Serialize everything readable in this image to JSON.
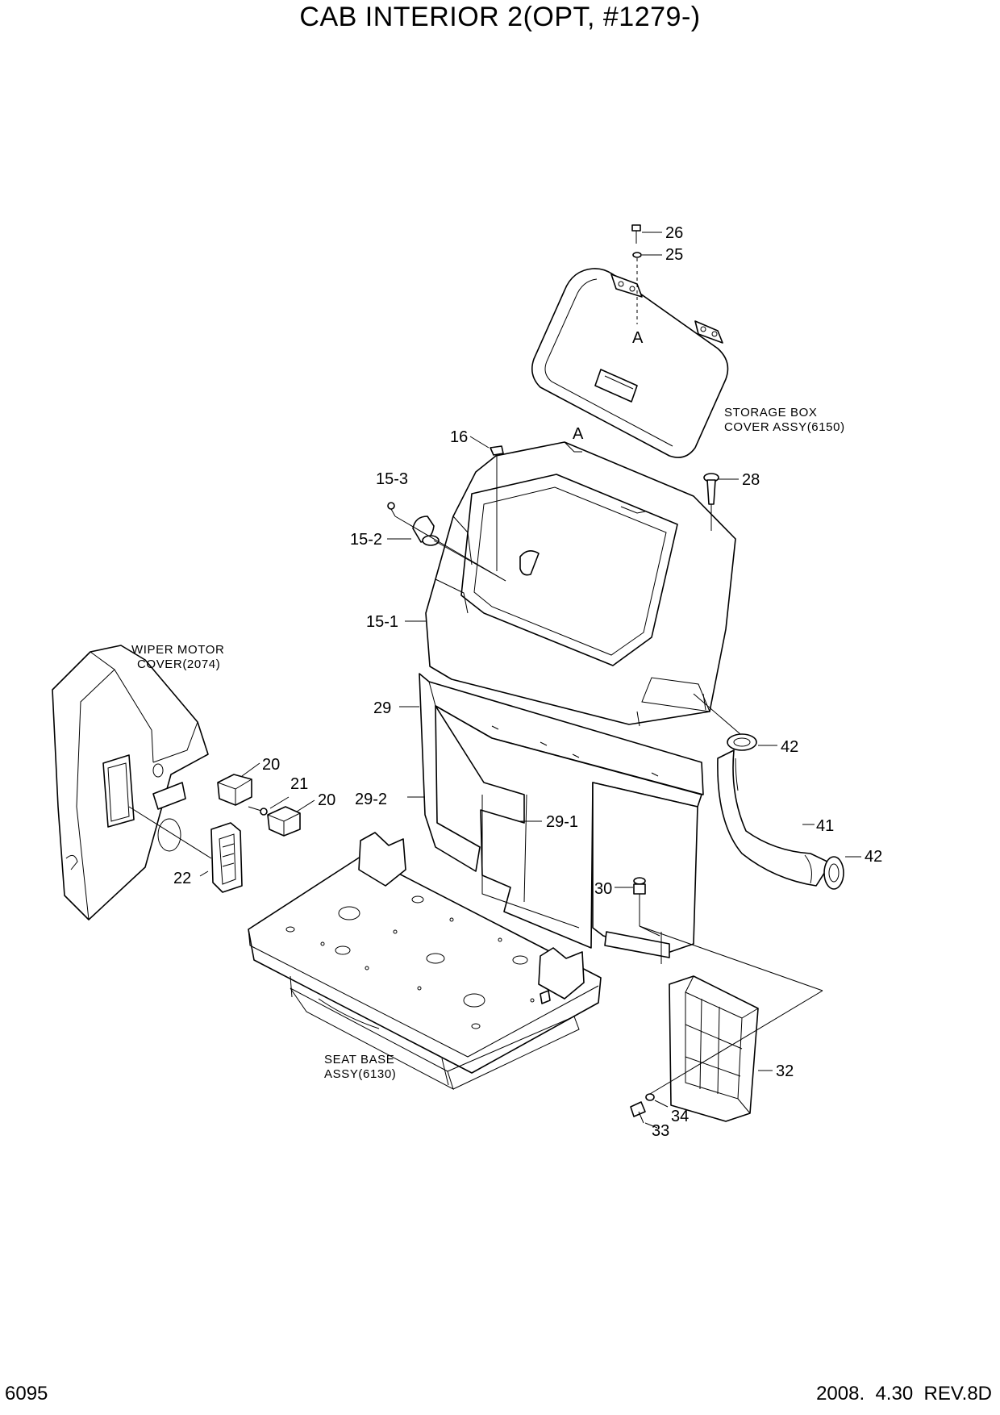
{
  "header": {
    "title": "CAB INTERIOR 2(OPT, #1279-)"
  },
  "footer": {
    "page_number": "6095",
    "revision": "2008.  4.30  REV.8D"
  },
  "notes": {
    "storage_box_1": "STORAGE BOX",
    "storage_box_2": "COVER ASSY(6150)",
    "wiper_1": "WIPER MOTOR",
    "wiper_2": "COVER(2074)",
    "seat_1": "SEAT BASE",
    "seat_2": "ASSY(6130)"
  },
  "callouts": {
    "p26": "26",
    "p25": "25",
    "pA_top": "A",
    "pA_box": "A",
    "p16": "16",
    "p15_3": "15-3",
    "p15_2": "15-2",
    "p15_1": "15-1",
    "p28": "28",
    "p29": "29",
    "p29_2": "29-2",
    "p29_1": "29-1",
    "p42_top": "42",
    "p41": "41",
    "p42_bottom": "42",
    "p20_top": "20",
    "p21": "21",
    "p20_bottom": "20",
    "p22": "22",
    "p30": "30",
    "p32": "32",
    "p33": "33",
    "p34": "34"
  }
}
